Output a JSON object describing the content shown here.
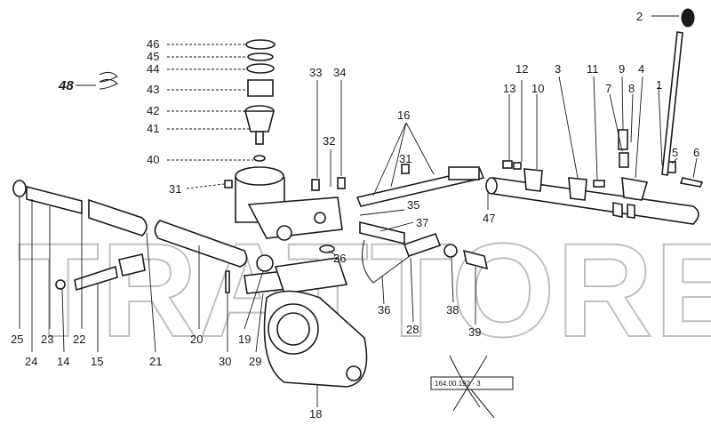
{
  "watermark": "TRATTORE.IT",
  "reference_code": "164.00.192 - 3",
  "callouts": {
    "c1": "1",
    "c2": "2",
    "c3": "3",
    "c4": "4",
    "c5": "5",
    "c6": "6",
    "c7": "7",
    "c8": "8",
    "c9": "9",
    "c10": "10",
    "c11": "11",
    "c12": "12",
    "c13": "13",
    "c14": "14",
    "c15": "15",
    "c16": "16",
    "c18": "18",
    "c19": "19",
    "c20": "20",
    "c21": "21",
    "c22": "22",
    "c23": "23",
    "c24": "24",
    "c25": "25",
    "c26": "26",
    "c28": "28",
    "c29": "29",
    "c30": "30",
    "c31a": "31",
    "c31b": "31",
    "c32": "32",
    "c33": "33",
    "c34": "34",
    "c35": "35",
    "c36": "36",
    "c37": "37",
    "c38": "38",
    "c39": "39",
    "c40": "40",
    "c41": "41",
    "c42": "42",
    "c43": "43",
    "c44": "44",
    "c45": "45",
    "c46": "46",
    "c47": "47",
    "c48": "48"
  }
}
